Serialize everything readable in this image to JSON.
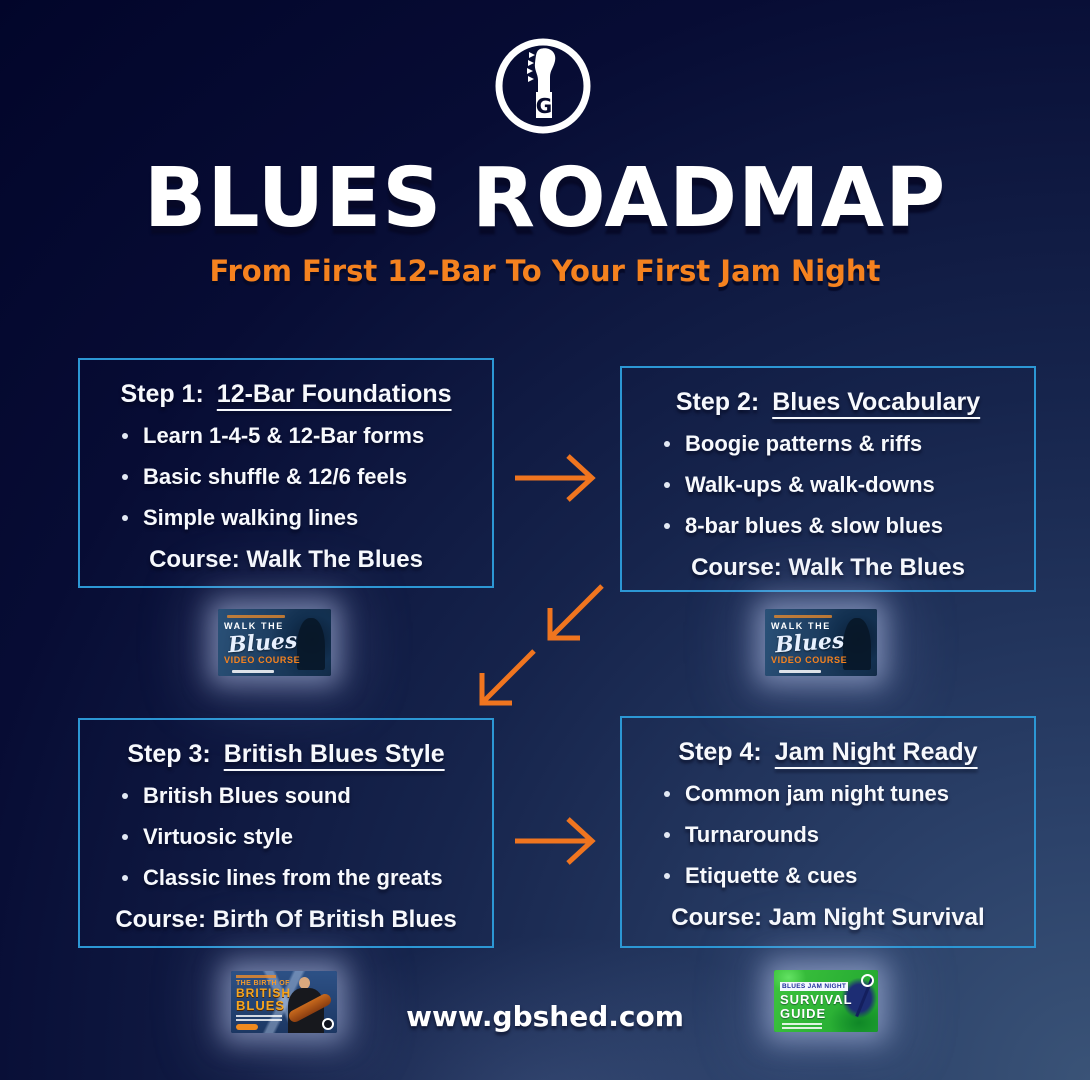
{
  "palette": {
    "background_dark": "#02052a",
    "background_light": "#3a5377",
    "accent_orange": "#f5821f",
    "arrow_orange": "#f0751f",
    "box_border_blue": "#2c97d4",
    "text_white": "#f7f9fd",
    "thumb_blue": "#1d3d60",
    "thumb_green": "#2eb535"
  },
  "header": {
    "logo_letter": "G",
    "title": "BLUES ROADMAP",
    "subtitle": "From First 12-Bar To Your First Jam Night"
  },
  "steps": [
    {
      "label": "Step 1:",
      "title": "12-Bar Foundations",
      "bullets": [
        "Learn 1-4-5 & 12-Bar forms",
        "Basic shuffle & 12/6 feels",
        "Simple walking lines"
      ],
      "course": "Course: Walk The Blues"
    },
    {
      "label": "Step 2:",
      "title": "Blues Vocabulary",
      "bullets": [
        "Boogie patterns & riffs",
        "Walk-ups & walk-downs",
        "8-bar blues & slow blues"
      ],
      "course": "Course: Walk The Blues"
    },
    {
      "label": "Step 3:",
      "title": "British Blues Style",
      "bullets": [
        "British Blues sound",
        "Virtuosic style",
        "Classic lines from the greats"
      ],
      "course": "Course: Birth Of British Blues"
    },
    {
      "label": "Step 4:",
      "title": "Jam Night Ready",
      "bullets": [
        "Common jam night tunes",
        "Turnarounds",
        "Etiquette & cues"
      ],
      "course": "Course: Jam Night Survival"
    }
  ],
  "thumbnails": {
    "walk_the_blues": {
      "kicker": "WALK THE",
      "script_title": "Blues",
      "label": "VIDEO COURSE"
    },
    "birth_of_british_blues": {
      "kicker": "THE BIRTH OF",
      "title_line1": "BRITISH",
      "title_line2": "BLUES"
    },
    "jam_night_survival": {
      "kicker": "BLUES JAM NIGHT",
      "title_line1": "SURVIVAL",
      "title_line2": "GUIDE"
    }
  },
  "footer": {
    "url": "www.gbshed.com"
  }
}
